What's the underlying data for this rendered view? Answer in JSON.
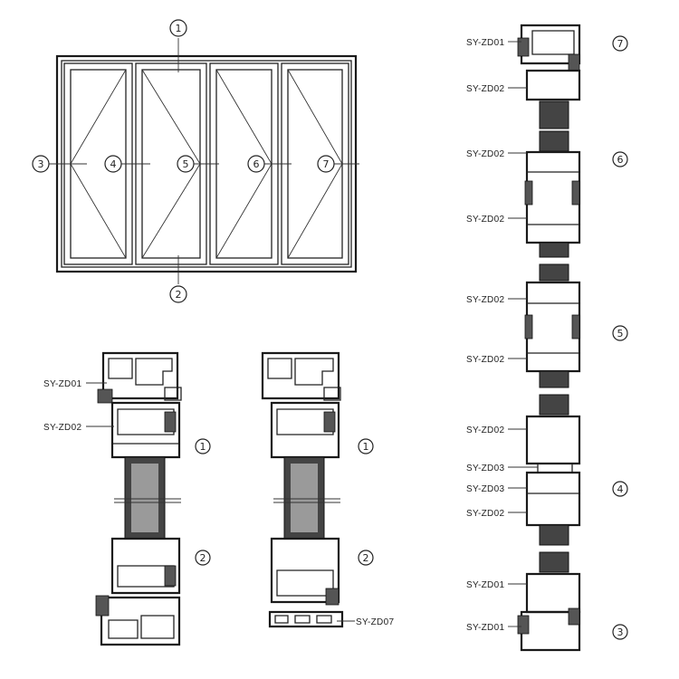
{
  "plan": {
    "top_marker": "1",
    "bottom_marker": "2",
    "mid_markers": [
      "3",
      "4",
      "5",
      "6",
      "7"
    ]
  },
  "section_a": {
    "labels": [
      "SY-ZD01",
      "SY-ZD02"
    ],
    "markers": [
      "1",
      "2"
    ]
  },
  "section_b": {
    "label": "SY-ZD07",
    "markers": [
      "1",
      "2"
    ]
  },
  "section_c": {
    "labels": [
      "SY-ZD01",
      "SY-ZD02",
      "SY-ZD02",
      "SY-ZD02",
      "SY-ZD02",
      "SY-ZD02",
      "SY-ZD02",
      "SY-ZD03",
      "SY-ZD03",
      "SY-ZD02",
      "SY-ZD01",
      "SY-ZD01"
    ],
    "markers": [
      "7",
      "6",
      "5",
      "4",
      "3"
    ]
  }
}
